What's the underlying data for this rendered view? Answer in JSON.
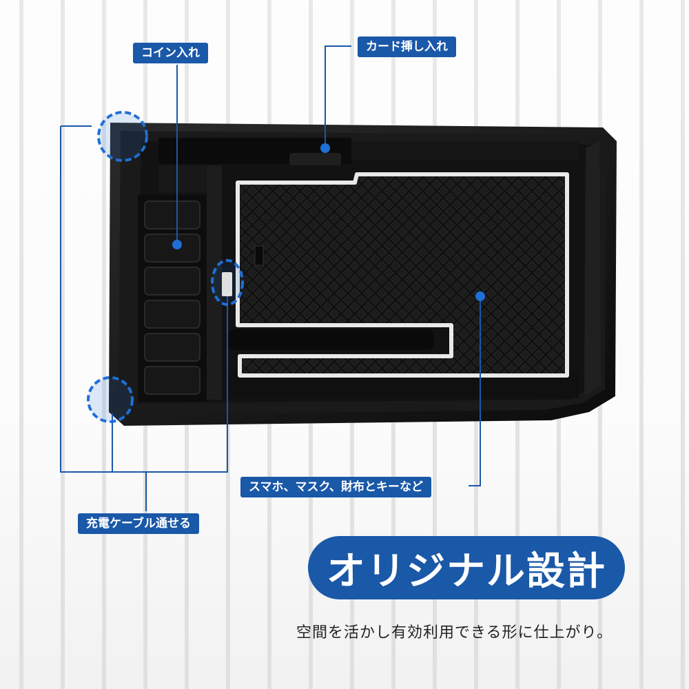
{
  "labels": {
    "coin": "コイン入れ",
    "card": "カード挿し入れ",
    "phone": "スマホ、マスク、財布とキーなど",
    "cable": "充電ケーブル通せる"
  },
  "banner": "オリジナル設計",
  "caption": "空間を活かし有効利用できる形に仕上がり。",
  "colors": {
    "accent": "#1a58a8",
    "marker": "#1f6fd6",
    "tray": "#151515",
    "mat_border": "#e9e9e9"
  }
}
